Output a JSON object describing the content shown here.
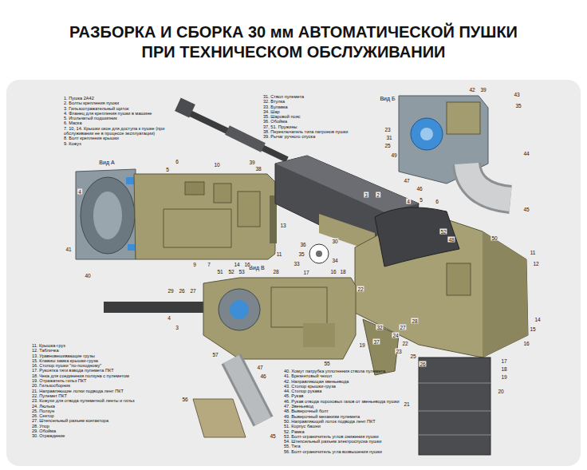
{
  "diagram": {
    "title": "РАЗБОРКА И СБОРКА 30 мм АВТОМАТИЧЕСКОЙ ПУШКИ ПРИ ТЕХНИЧЕСКОМ ОБСЛУЖИВАНИИ",
    "labels": [
      "Вид А",
      "Вид Б",
      "Вид В",
      "1. Пушка 2А42",
      "2. Болты крепления пушки",
      "3. Гильзоотражательный щиток",
      "4. Фланец для крепления пушки в машине",
      "5. Игольчатый подшипник",
      "6. Маска",
      "7. 10, 14. Крышки окон для доступа к пушке (при обслуживании ее в процессе эксплуатации)",
      "8. Болт крепления крышки",
      "9. Кожух",
      "31. Ствол пулемета",
      "32. Втулка",
      "33. Булавка",
      "34. Шар",
      "35. Шаровой пояс",
      "36. Обойма",
      "37, 51. Пружины",
      "38. Переключатель типа патронов пушки",
      "39. Рычаг ручного спуска",
      "11. Крышка-груз",
      "12. Табличка",
      "13. Уравновешивающие грузы",
      "15. Клавиш замка крышки-груза",
      "16. Стопор пушки \"по-походному\"",
      "17. Рукоятка тяги взвода пулемета ПКТ",
      "18. Чека для соединения ползуна с пулеметом",
      "19. Отражатель гильз ПКТ",
      "20. Гильзосборник",
      "21. Направляющие лотки подвода лент ПКТ",
      "22. Пулемет ПКТ",
      "23. Кожухи для отвода пулеметной ленты и гильз",
      "24. Люлька",
      "25. Ползун",
      "26. Сектор",
      "27. Штепсельный разъем контактора",
      "28. Упор",
      "29. Обойма",
      "30. Ограждение",
      "40. Хомут патрубка уплотнения ствола пулемета",
      "41. Брезентовый чехол",
      "42. Направляющая звеньевода",
      "43. Стопор крышки-груза",
      "44. Стопор рукава",
      "45. Рукав",
      "46. Рукав отвода пороховых газов от звеньевода пушки",
      "47. Звеньевод",
      "48. Выверочный болт",
      "49. Выверочный механизм пулемета",
      "50. Направляющий лоток подвода лент ПКТ",
      "51. Корпус башни",
      "52. Рамка",
      "53. Болт-ограничитель углов снижения пушки",
      "54. Штепсельный разъем электроспуска пушки",
      "55. Тяга",
      "56. Болт-ограничитель угла возвышения пушки",
      "6",
      "5",
      "4",
      "10",
      "39",
      "38",
      "13",
      "41",
      "40",
      "9",
      "7",
      "14",
      "16",
      "11",
      "3",
      "2",
      "4",
      "5",
      "6",
      "52",
      "48",
      "50",
      "30",
      "36",
      "35",
      "34",
      "33",
      "12",
      "11",
      "14",
      "15",
      "16",
      "17",
      "18",
      "19",
      "20",
      "21",
      "22",
      "23",
      "24",
      "25",
      "26",
      "27",
      "28",
      "32",
      "37",
      "42",
      "39",
      "43",
      "35",
      "23",
      "31",
      "25",
      "49",
      "47",
      "46",
      "44",
      "45",
      "51",
      "52",
      "53",
      "28",
      "16",
      "18",
      "17",
      "22",
      "29",
      "26",
      "27",
      "4",
      "3",
      "57",
      "55",
      "19",
      "47",
      "46",
      "56",
      "45"
    ]
  }
}
